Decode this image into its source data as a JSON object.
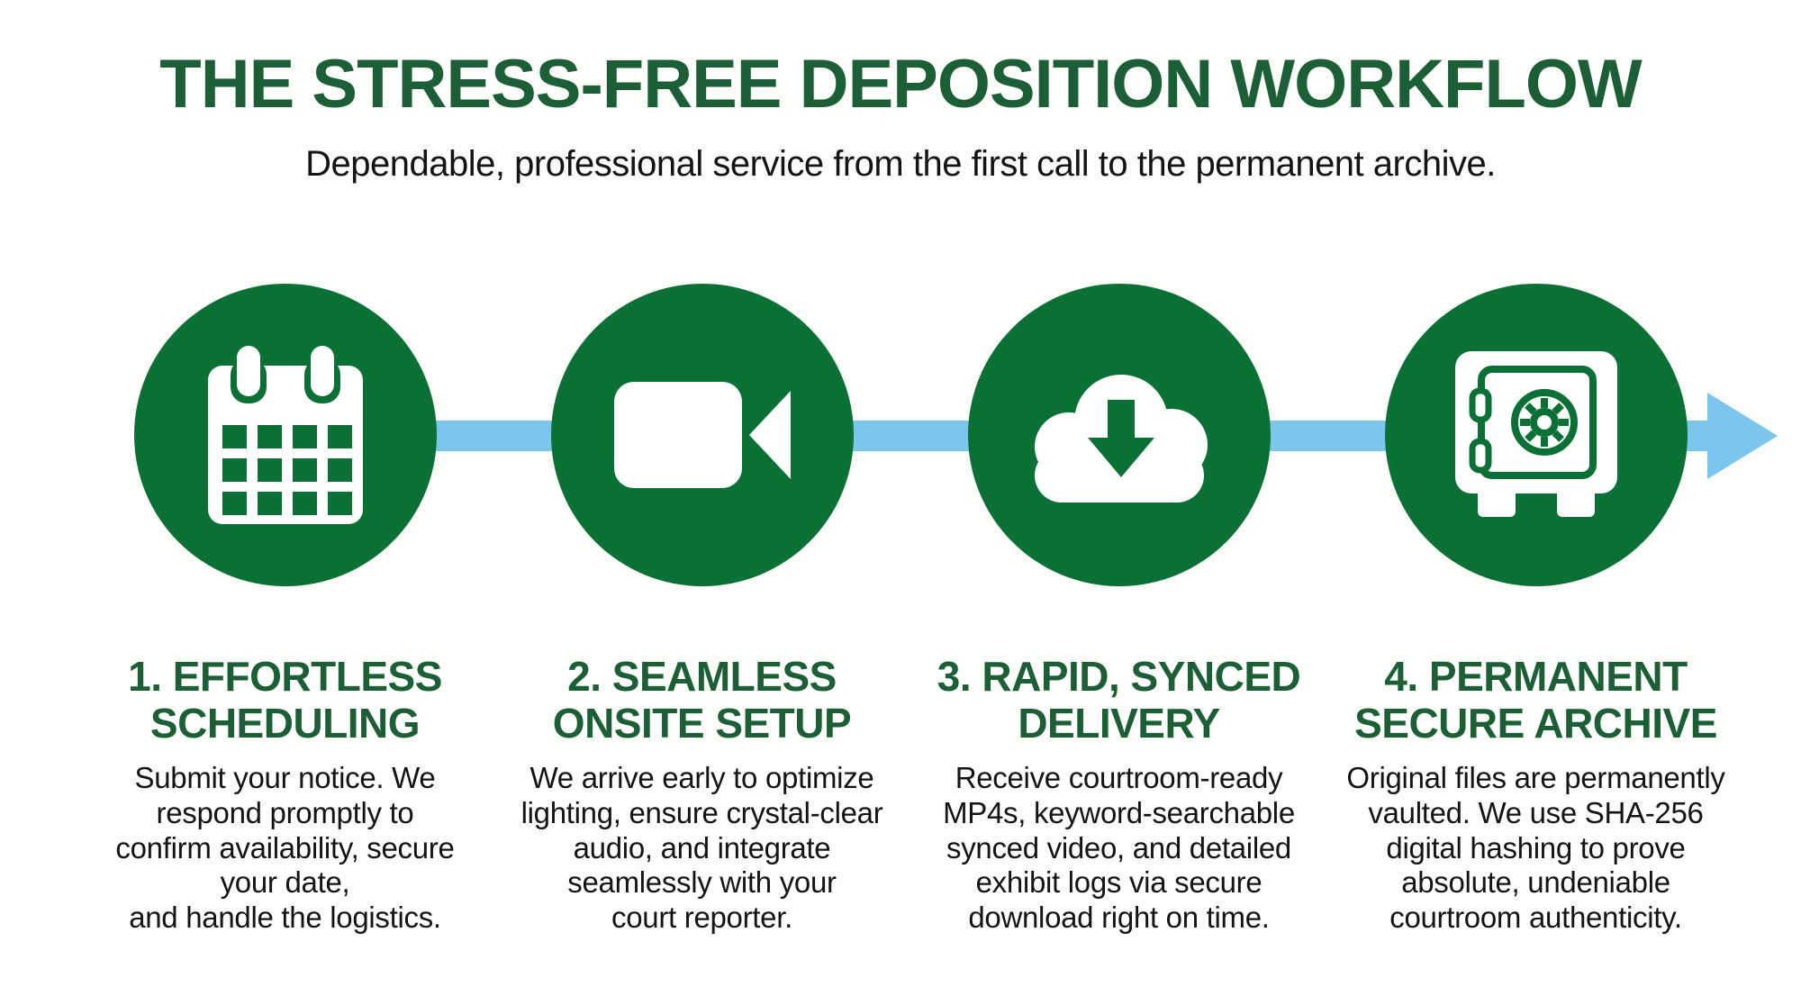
{
  "header": {
    "title": "THE STRESS-FREE DEPOSITION WORKFLOW",
    "subtitle": "Dependable, professional service from the first call to the permanent archive."
  },
  "colors": {
    "circle_green": "#0b7036",
    "heading_green": "#1c5e36",
    "arrow_blue": "#7cc5ec",
    "body_text": "#141414",
    "background": "#fdfdfc"
  },
  "flow": {
    "direction": "left-to-right",
    "connector": "light-blue horizontal band ending in arrowhead"
  },
  "steps": [
    {
      "icon": "calendar-icon",
      "title": "1. EFFORTLESS\nSCHEDULING",
      "description": "Submit your notice. We\nrespond promptly to\nconfirm availability, secure\nyour date,\nand handle the logistics."
    },
    {
      "icon": "video-camera-icon",
      "title": "2. SEAMLESS\nONSITE SETUP",
      "description": "We arrive early to optimize\nlighting, ensure crystal-clear\naudio, and integrate\nseamlessly with your\ncourt reporter."
    },
    {
      "icon": "cloud-download-icon",
      "title": "3. RAPID, SYNCED\nDELIVERY",
      "description": "Receive courtroom-ready\nMP4s, keyword-searchable\nsynced video, and detailed\nexhibit logs via secure\ndownload right on time."
    },
    {
      "icon": "safe-vault-icon",
      "title": "4. PERMANENT\nSECURE ARCHIVE",
      "description": "Original files are permanently\nvaulted. We use SHA-256\ndigital hashing to prove\nabsolute, undeniable\ncourtroom authenticity."
    }
  ]
}
